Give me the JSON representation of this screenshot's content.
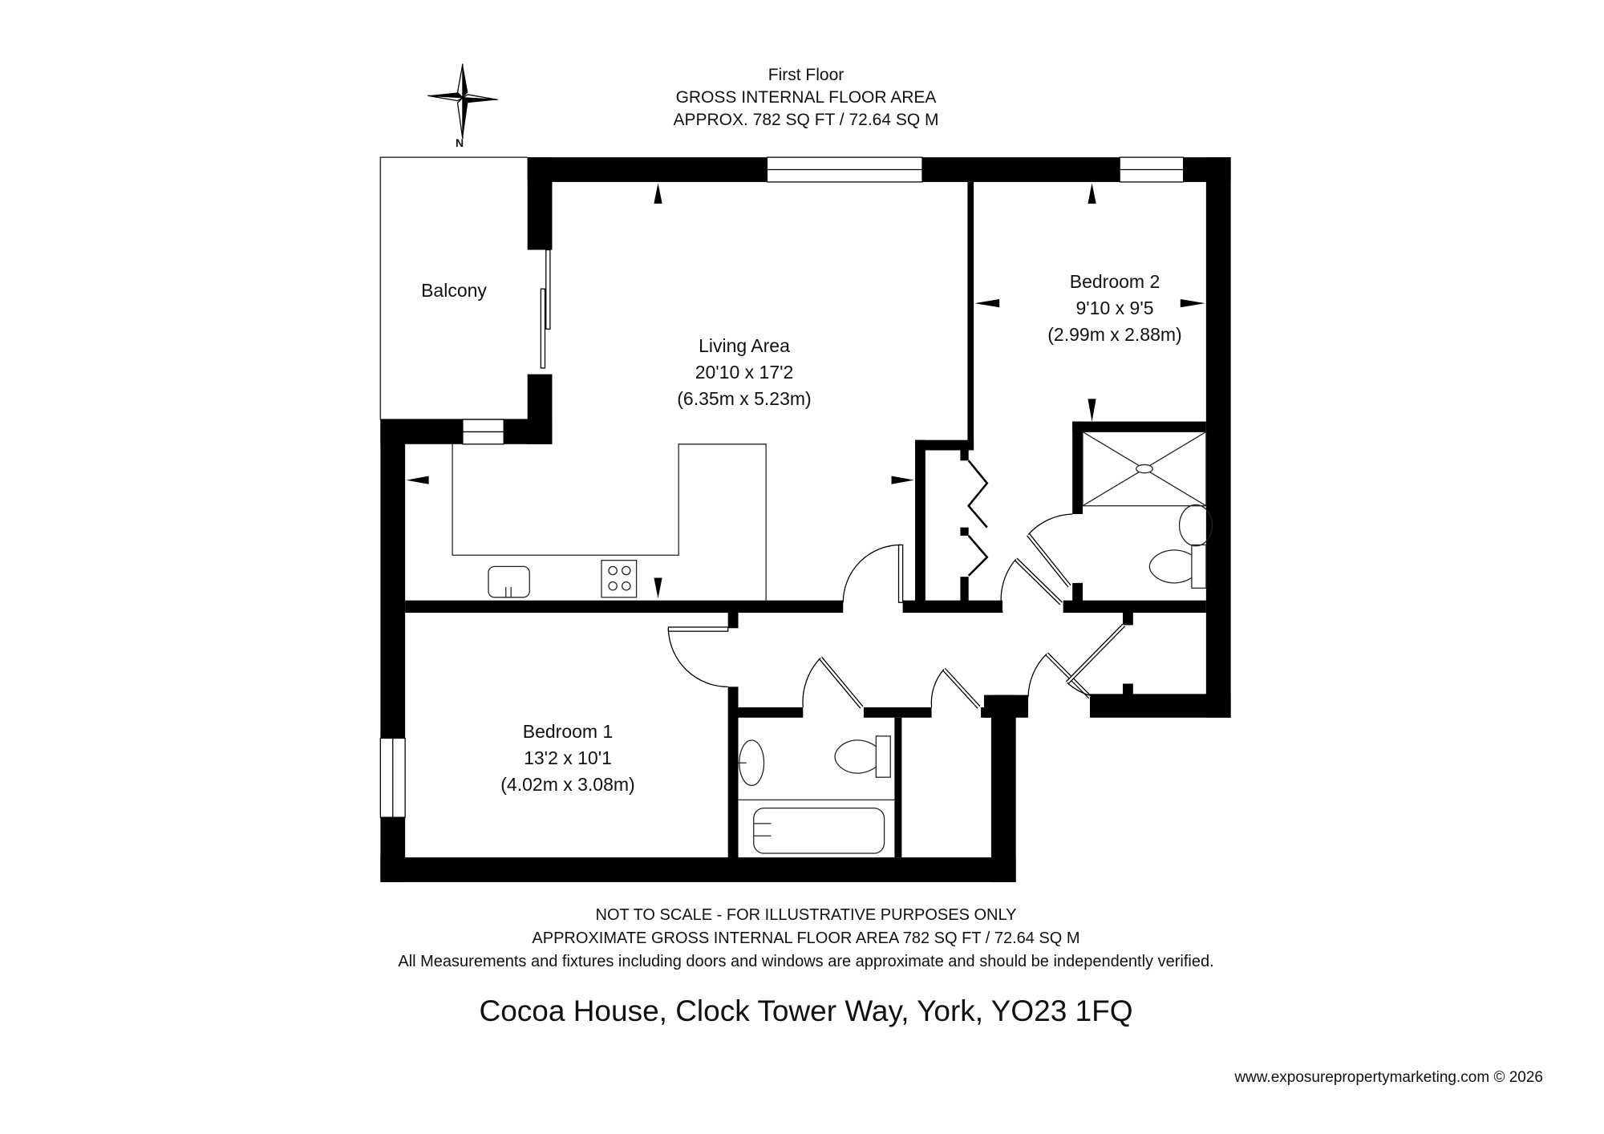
{
  "header": {
    "floor": "First Floor",
    "area_title": "GROSS INTERNAL FLOOR AREA",
    "area_value": "APPROX. 782 SQ FT / 72.64 SQ M"
  },
  "compass": {
    "label": "N",
    "icon": "compass-rose-icon"
  },
  "rooms": {
    "balcony": {
      "name": "Balcony"
    },
    "living_area": {
      "name": "Living Area",
      "imperial": "20'10 x 17'2",
      "metric": "(6.35m x 5.23m)"
    },
    "bedroom_2": {
      "name": "Bedroom 2",
      "imperial": "9'10 x 9'5",
      "metric": "(2.99m x 2.88m)"
    },
    "bedroom_1": {
      "name": "Bedroom 1",
      "imperial": "13'2 x 10'1",
      "metric": "(4.02m x 3.08m)"
    }
  },
  "fixtures": [
    "kitchen-sink",
    "hob",
    "shower-tray",
    "basin",
    "toilet",
    "bath",
    "wardrobe"
  ],
  "disclaimer": {
    "line1": "NOT TO SCALE - FOR ILLUSTRATIVE PURPOSES ONLY",
    "line2": "APPROXIMATE GROSS INTERNAL FLOOR AREA 782 SQ FT / 72.64 SQ M",
    "line3": "All Measurements and fixtures including doors and windows are approximate and should be independently verified."
  },
  "address": "Cocoa House, Clock Tower Way, York, YO23 1FQ",
  "footer": {
    "website": "www.exposurepropertymarketing.com © 2026"
  },
  "colors": {
    "wall": "#000000",
    "background": "#ffffff",
    "line": "#222222"
  }
}
